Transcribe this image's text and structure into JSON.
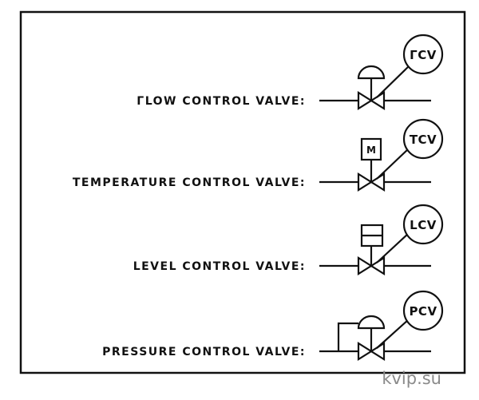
{
  "valves": [
    {
      "label": "ГLOW  CONTROL  VALVE:",
      "tag": "ГCV",
      "actuator": "diaphragm"
    },
    {
      "label": "TEMPERATURE  CONTROL  VALVE:",
      "tag": "TCV",
      "actuator": "motor",
      "actuator_text": "M"
    },
    {
      "label": "LEVEL  CONTROL  VALVE:",
      "tag": "LCV",
      "actuator": "solenoid"
    },
    {
      "label": "PRESSURE  CONTROL  VALVE:",
      "tag": "PCV",
      "actuator": "diaphragm-with-pilot"
    }
  ],
  "watermark": "kvip.su"
}
